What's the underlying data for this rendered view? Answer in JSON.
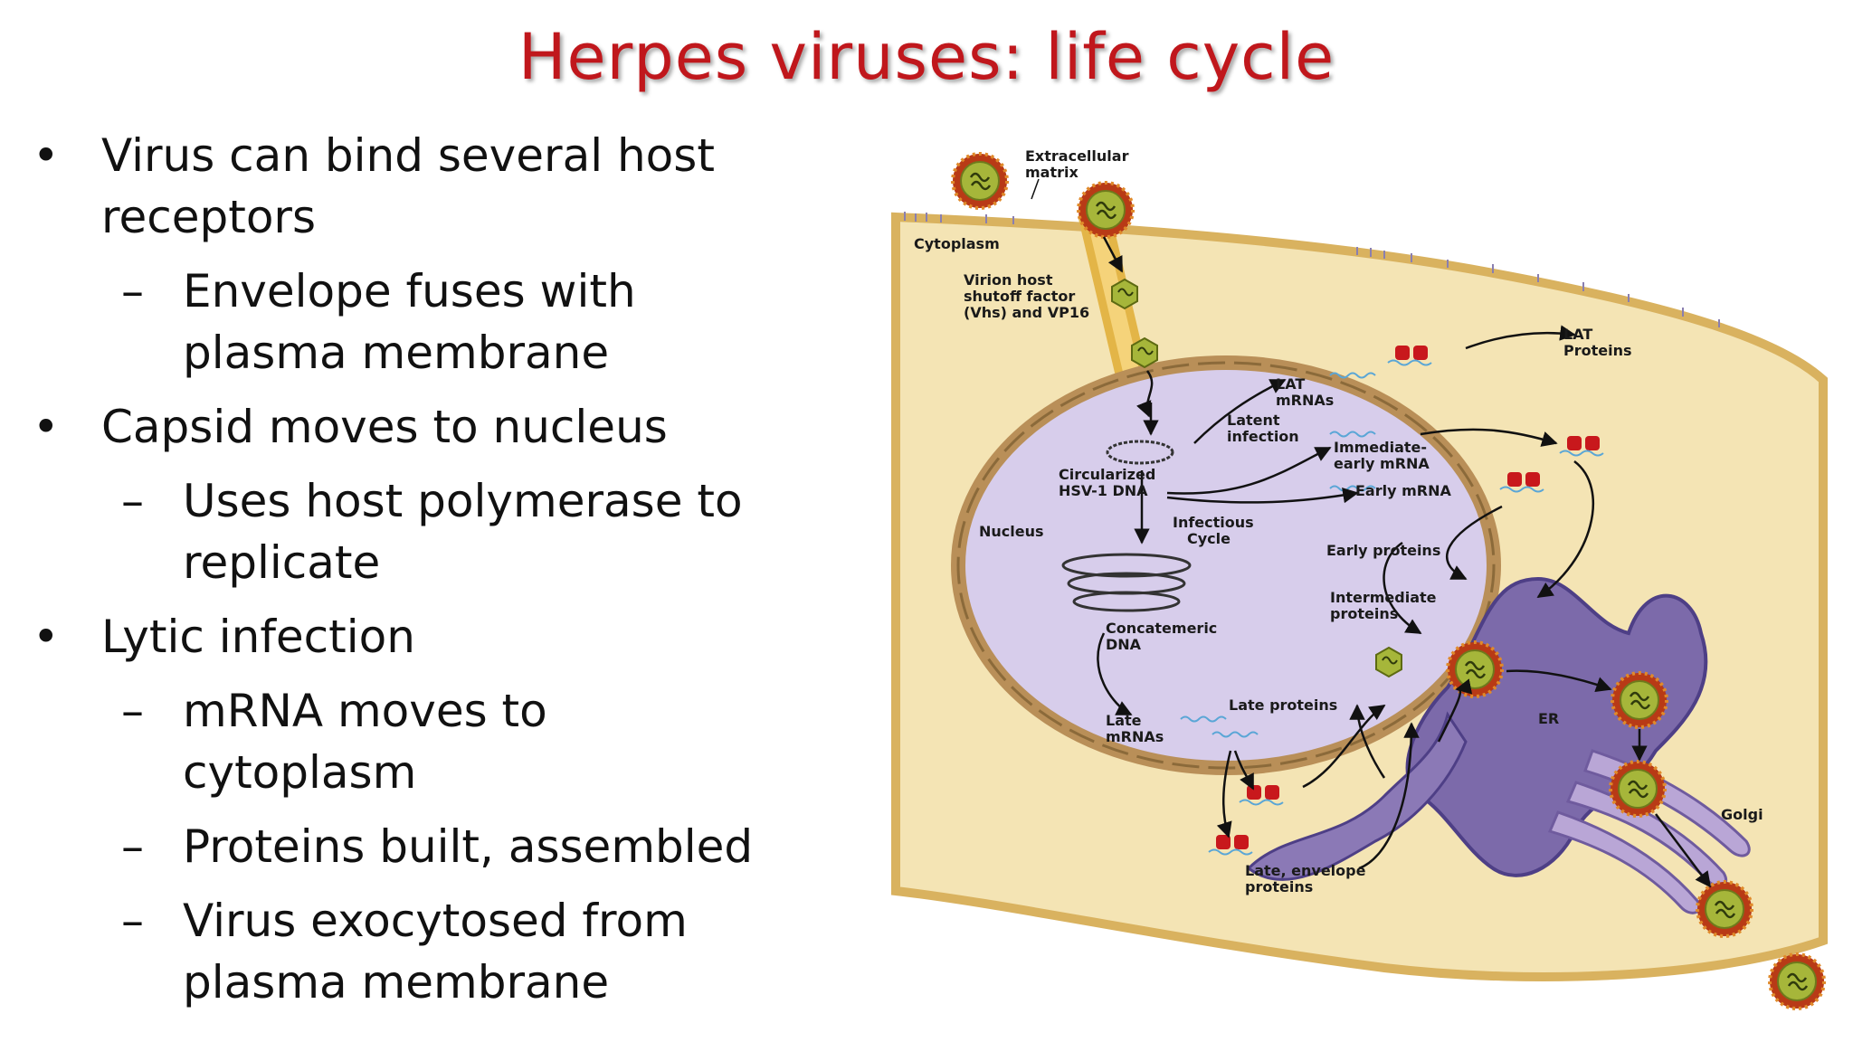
{
  "slide": {
    "title": "Herpes viruses: life cycle",
    "bullets": [
      {
        "level": 1,
        "text": [
          "Virus can bind several host",
          "receptors"
        ]
      },
      {
        "level": 2,
        "text": [
          "Envelope fuses with",
          "plasma membrane"
        ]
      },
      {
        "level": 1,
        "text": [
          "Capsid moves to nucleus"
        ]
      },
      {
        "level": 2,
        "text": [
          "Uses host polymerase to",
          "replicate"
        ]
      },
      {
        "level": 1,
        "text": [
          "Lytic infection"
        ]
      },
      {
        "level": 2,
        "text": [
          "mRNA moves to",
          "cytoplasm"
        ]
      },
      {
        "level": 2,
        "text": [
          "Proteins built, assembled"
        ]
      },
      {
        "level": 2,
        "text": [
          "Virus exocytosed from",
          "plasma membrane"
        ]
      }
    ],
    "markers": {
      "level1": "•",
      "level2": "–"
    }
  },
  "diagram": {
    "labels": {
      "extracellular_matrix": [
        "Extracellular",
        "matrix"
      ],
      "cytoplasm": "Cytoplasm",
      "vhs": [
        "Virion host",
        "shutoff factor",
        "(Vhs) and VP16"
      ],
      "lat_proteins": [
        "LAT",
        "Proteins"
      ],
      "lat_mrnas": [
        "LAT",
        "mRNAs"
      ],
      "latent_infection": [
        "Latent",
        "infection"
      ],
      "immediate_early": [
        "Immediate-",
        "early mRNA"
      ],
      "circularized": [
        "Circularized",
        "HSV-1 DNA"
      ],
      "early_mrna": "Early mRNA",
      "nucleus": "Nucleus",
      "infectious_cycle": [
        "Infectious",
        "Cycle"
      ],
      "early_proteins": "Early proteins",
      "intermediate_proteins": [
        "Intermediate",
        "proteins"
      ],
      "concatemeric": [
        "Concatemeric",
        "DNA"
      ],
      "late_proteins": "Late proteins",
      "er": "ER",
      "late_mrnas": [
        "Late",
        "mRNAs"
      ],
      "golgi": "Golgi",
      "late_envelope": [
        "Late, envelope",
        "proteins"
      ]
    },
    "colors": {
      "cytoplasm": "#f4e4b4",
      "cell_membrane": "#d9b25f",
      "nucleus": "#d7cdeb",
      "nuclear_envelope": "#b98f58",
      "er": "#7c6aaa",
      "golgi": "#b9a6d6",
      "virion_envelope": "#b83a16",
      "virion_capsid": "#a6b63a",
      "ribosome": "#c8181c",
      "arrow": "#111111",
      "title": "#c0171c"
    }
  }
}
